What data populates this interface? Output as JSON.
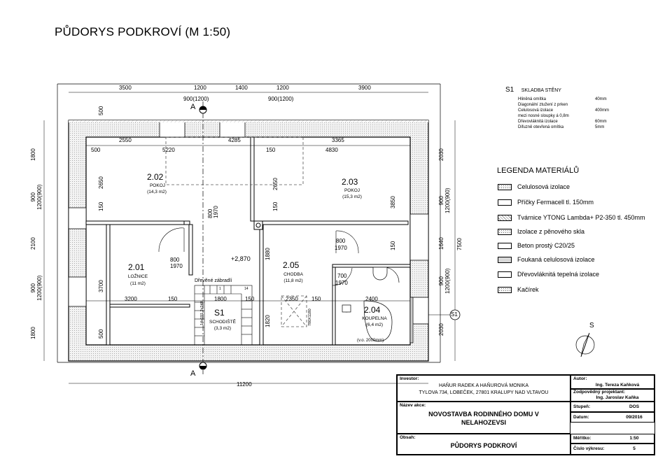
{
  "title": "PŮDORYS PODKROVÍ (M 1:50)",
  "dimensions_top": [
    "3500",
    "1200",
    "1400",
    "1200",
    "3900"
  ],
  "window_labels_top": [
    "900(1200)",
    "900(1200)"
  ],
  "dimensions_bottom": [
    "11200"
  ],
  "dimensions_left": [
    "1800",
    "900\n1200(900)",
    "2100",
    "900\n1200(900)",
    "1800",
    "500",
    "2650",
    "150",
    "3700",
    "500"
  ],
  "dimensions_right": [
    "2030",
    "900\n1200(900)",
    "1640",
    "900\n1200(900)",
    "2030",
    "7500",
    "3850",
    "150"
  ],
  "interior_dims": [
    "2550",
    "4285",
    "3365",
    "500",
    "5220",
    "150",
    "4830",
    "2650",
    "150",
    "2650",
    "150",
    "1880",
    "3200",
    "150",
    "1800",
    "150",
    "2350",
    "150",
    "2400",
    "1820",
    "800",
    "1970",
    "800",
    "1970",
    "800",
    "1970",
    "700",
    "1970"
  ],
  "section_marks": {
    "a_top": "A",
    "a_bottom": "A",
    "s1_marker": "S1"
  },
  "north_label": "S",
  "rooms": [
    {
      "number": "2.02",
      "name": "POKOJ",
      "area": "(14,3 m2)"
    },
    {
      "number": "2.03",
      "name": "POKOJ",
      "area": "(15,3 m2)"
    },
    {
      "number": "2.01",
      "name": "LOŽNICE",
      "area": "(11 m2)"
    },
    {
      "number": "2.05",
      "name": "CHODBA",
      "area": "(11,8 m2)"
    },
    {
      "number": "2.04",
      "name": "KOUPELNA",
      "area": "(6,4 m2)"
    },
    {
      "number": "S1",
      "name": "SCHODIŠTĚ",
      "area": "(3,3 m2)"
    }
  ],
  "level": "+2,870",
  "railing": "Dřevěné zábradlí",
  "stairs_label": "14x191,2x248",
  "stair_numbers": [
    "1",
    "14"
  ],
  "skylight": "780X1180",
  "bath_note": "(v.o. 2000mm)",
  "wall_composition": {
    "code": "S1",
    "title": "SKLADBA STĚNY",
    "layers": [
      {
        "name": "Hliněná omítka",
        "value": "40mm"
      },
      {
        "name": "Diagonální ztužení z prken",
        "value": ""
      },
      {
        "name": "Celulosová izolace",
        "value": "400mm"
      },
      {
        "name": "mezi nosné sloupky á 0,8m",
        "value": ""
      },
      {
        "name": "Dřevovláknitá izolace",
        "value": "60mm"
      },
      {
        "name": "Difuzně otevřená omítka",
        "value": "5mm"
      }
    ]
  },
  "legend": {
    "title": "LEGENDA MATERIÁLŮ",
    "items": [
      {
        "label": "Celulosová izolace",
        "swatch": "dots"
      },
      {
        "label": "Příčky Fermacell  tl. 150mm",
        "swatch": "white"
      },
      {
        "label": "Tvárnice YTONG Lambda+ P2-350 tl. 450mm",
        "swatch": "hatch"
      },
      {
        "label": "Izolace z pěnového skla",
        "swatch": "dots"
      },
      {
        "label": "Beton prostý C20/25",
        "swatch": "white"
      },
      {
        "label": "Foukaná celulosová izolace",
        "swatch": "grey"
      },
      {
        "label": "Dřevovláknitá tepelná izolace",
        "swatch": "white"
      },
      {
        "label": "Kačírek",
        "swatch": "dots"
      }
    ]
  },
  "title_block": {
    "investor_label": "Investor:",
    "investor_line1": "HAŇUR RADEK A HAŇUROVÁ MONIKA",
    "investor_line2": "TYLOVA 734, LOBEČEK, 27801 KRALUPY NAD VLTAVOU",
    "author_label": "Autor:",
    "author": "Ing. Tereza Kaňková",
    "resp_label": "Zodpovědný projektant:",
    "resp": "Ing. Jaroslav Kaňka",
    "action_label": "Název akce:",
    "action_line1": "NOVOSTAVBA RODINNÉHO DOMU V",
    "action_line2": "NELAHOZEVSI",
    "stage_label": "Stupeň:",
    "stage": "DOS",
    "date_label": "Datum:",
    "date": "09/2016",
    "content_label": "Obsah:",
    "content": "PŮDORYS PODKROVÍ",
    "scale_label": "Měřítko:",
    "scale": "1:50",
    "sheet_label": "Číslo výkresu:",
    "sheet": "5"
  }
}
